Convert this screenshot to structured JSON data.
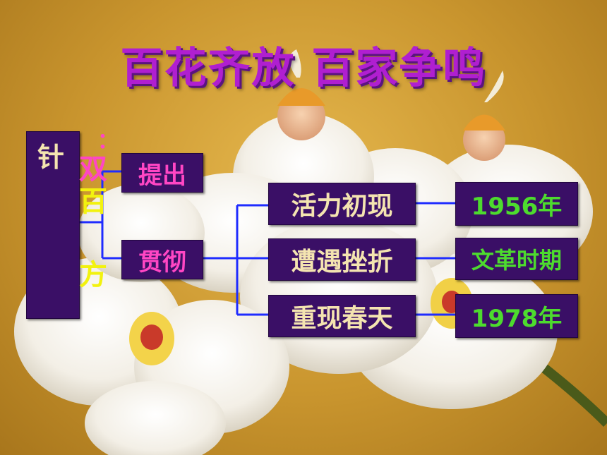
{
  "title": "百花齐放 百家争鸣",
  "policy": {
    "label": "针",
    "vertical_chars": [
      "双",
      "百",
      "方"
    ],
    "punct": "："
  },
  "stages": [
    {
      "label": "提出"
    },
    {
      "label": "贯彻"
    }
  ],
  "phases": [
    {
      "label": "活力初现",
      "date": "1956年"
    },
    {
      "label": "遭遇挫折",
      "date": "文革时期"
    },
    {
      "label": "重现春天",
      "date": "1978年"
    }
  ],
  "colors": {
    "box_bg": "#3a0f66",
    "title": "#b01fd0",
    "line": "#1f2cff",
    "pink_text": "#ff46c4",
    "green_text": "#4ddb2e",
    "cream_text": "#f4e4b0"
  }
}
